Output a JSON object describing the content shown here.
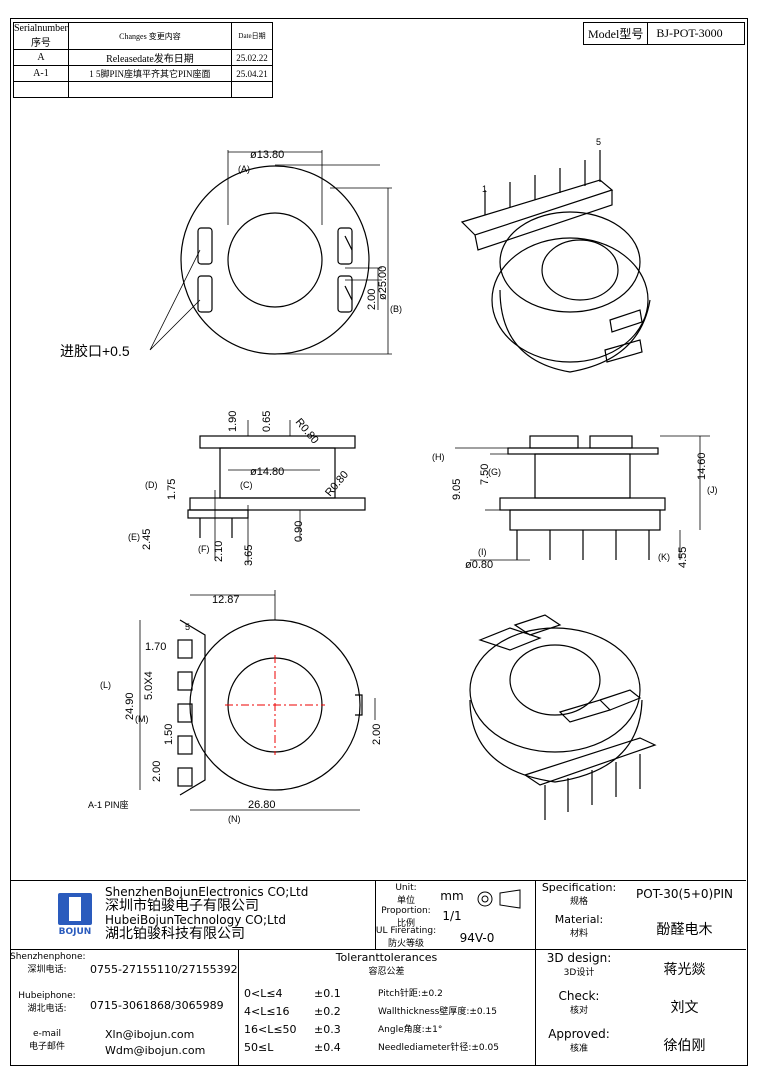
{
  "revision_table": {
    "headers": [
      "Serialnumber序号",
      "Changes 变更内容",
      "Date日期"
    ],
    "rows": [
      {
        "serial": "A",
        "change": "Releasedate发布日期",
        "date": "25.02.22"
      },
      {
        "serial": "A-1",
        "change": "1 5脚PIN座填平齐其它PIN座面",
        "date": "25.04.21"
      },
      {
        "serial": "",
        "change": "",
        "date": ""
      }
    ]
  },
  "model": {
    "label": "Model型号",
    "value": "BJ-POT-3000"
  },
  "drawing": {
    "top_view": {
      "dim_width": "ø13.80",
      "mark_A": "(A)",
      "dim_outer": "ø25.00",
      "mark_B": "(B)",
      "dim_slot": "2.00",
      "gate_note": "进胶口+0.5"
    },
    "iso_top": {
      "pin_first": "1",
      "pin_last": "5"
    },
    "side_view": {
      "d1": "1.90",
      "d2": "0.65",
      "r1": "R0.80",
      "d_inner": "ø14.80",
      "r2": "R0.80",
      "mark_C": "(C)",
      "mark_D": "(D)",
      "d3": "1.75",
      "mark_E": "(E)",
      "d4": "2.45",
      "mark_F": "(F)",
      "d5": "2.10",
      "d6": "3.65",
      "d7": "0.90"
    },
    "front_view": {
      "mark_H": "(H)",
      "d_h": "9.05",
      "d_g": "7.50",
      "mark_G": "(G)",
      "d_j": "14.60",
      "mark_J": "(J)",
      "mark_I": "(I)",
      "pin_dia": "ø0.80",
      "mark_K": "(K)",
      "d_k": "4.55"
    },
    "bottom_view": {
      "d_top": "12.87",
      "d_pitch": "1.70",
      "mark_L": "(L)",
      "d_l": "24.90",
      "d_m": "5.0X4",
      "mark_M": "(M)",
      "d_1_50": "1.50",
      "d_2_00": "2.00",
      "d_slot": "2.00",
      "d_n": "26.80",
      "mark_N": "(N)",
      "pin_mark": "5",
      "a1_note": "A-1 PIN座"
    }
  },
  "title_block": {
    "company_en1": "ShenzhenBojunElectronics CO;Ltd",
    "company_cn1": "深圳市铂骏电子有限公司",
    "company_en2": "HubeiBojunTechnology CO;Ltd",
    "company_cn2": "湖北铂骏科技有限公司",
    "logo_text": "BOJUN",
    "unit_label": "Unit:",
    "unit_cn": "单位",
    "unit_value": "mm",
    "proportion_label": "Proportion:",
    "proportion_cn": "比例",
    "proportion_value": "1/1",
    "ul_label": "UL Firerating:",
    "ul_cn": "防火等级",
    "ul_value": "94V-0",
    "spec_label": "Specification:",
    "spec_cn": "规格",
    "spec_value": "POT-30(5+0)PIN",
    "material_label": "Material:",
    "material_cn": "材料",
    "material_value": "酚醛电木",
    "design_label": "3D design:",
    "design_cn": "3D设计",
    "design_value": "蒋光燚",
    "check_label": "Check:",
    "check_cn": "核对",
    "check_value": "刘文",
    "approved_label": "Approved:",
    "approved_cn": "核准",
    "approved_value": "徐伯刚",
    "sz_phone_label": "Shenzhenphone:",
    "sz_phone_cn": "深圳电话:",
    "sz_phone": "0755-27155110/27155392",
    "hb_phone_label": "Hubeiphone:",
    "hb_phone_cn": "湖北电话:",
    "hb_phone": "0715-3061868/3065989",
    "email_label": "e-mail",
    "email_cn": "电子邮件",
    "email1": "Xln@ibojun.com",
    "email2": "Wdm@ibojun.com",
    "tolerance_title": "Toleranttolerances",
    "tolerance_cn": "容忍公差",
    "tolerances": [
      {
        "range": "0<L≤4",
        "value": "±0.1"
      },
      {
        "range": "4<L≤16",
        "value": "±0.2"
      },
      {
        "range": "16<L≤50",
        "value": "±0.3"
      },
      {
        "range": "50≤L",
        "value": "±0.4"
      }
    ],
    "notes": [
      "Pitch针距:±0.2",
      "Wallthickness壁厚度:±0.15",
      "Angle角度:±1°",
      "Needlediameter针径:±0.05"
    ]
  }
}
